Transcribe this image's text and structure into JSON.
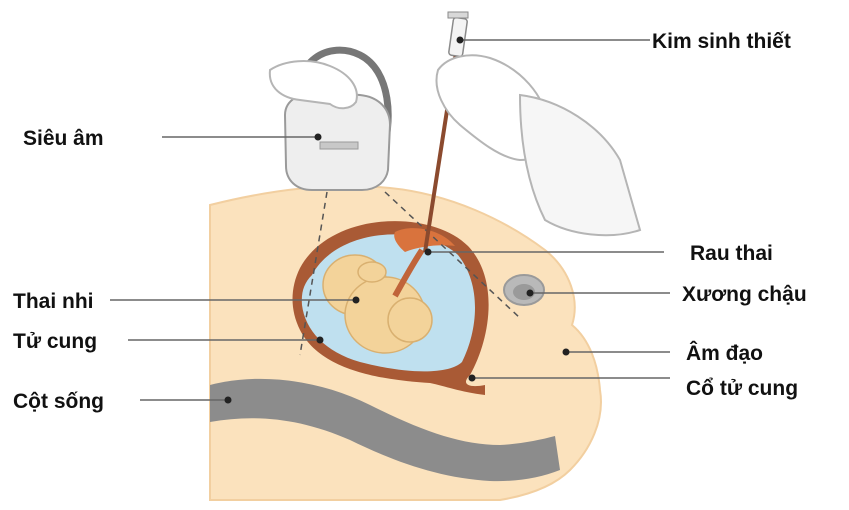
{
  "labels": {
    "needle": "Kim sinh thiết",
    "ultrasound": "Siêu âm",
    "placenta": "Rau thai",
    "pelvic_bone": "Xương chậu",
    "fetus": "Thai nhi",
    "uterus": "Tử cung",
    "vagina": "Âm đạo",
    "cervix": "Cổ tử cung",
    "spine": "Cột sống"
  }
}
